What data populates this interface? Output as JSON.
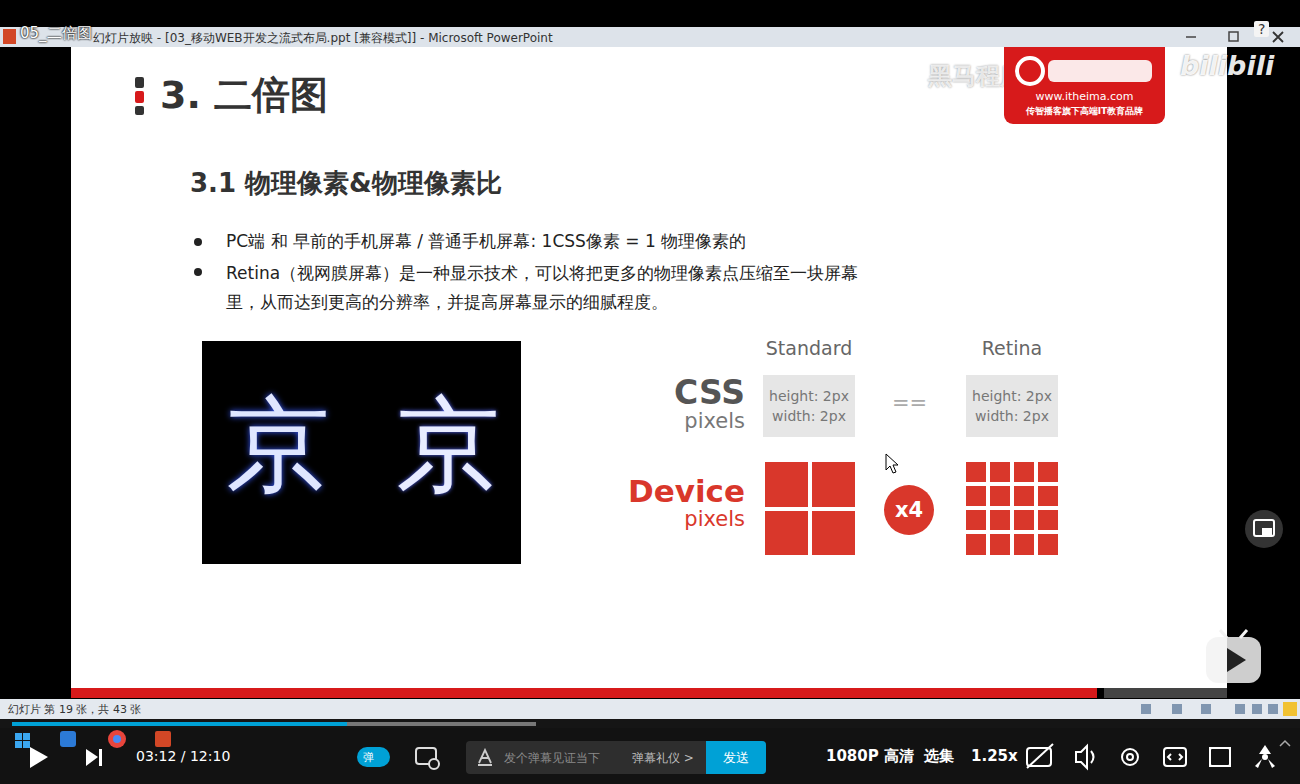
{
  "diagram": {
    "title": "3. 二倍图",
    "nodes": [
      {
        "text": [
          "height: 2px width: 2px"
        ]
      },
      {
        "text": [
          "height: 2px width: 2px"
        ]
      },
      {
        "text": [
          "x4"
        ]
      },
      {
        "text": [
          "www.itheima.com",
          "传智播客旗下高端IT教育品牌"
        ]
      },
      {
        "text": [
          "发个弹幕见证当下",
          "弹幕礼仪 >"
        ]
      },
      {
        "text": [
          "发送"
        ],
        "in": 4
      }
    ],
    "labels": [
      "05_二倍图",
      "幻灯片放映 - [03_移动WEB开发之流式布局.ppt [兼容模式]] - Microsoft PowerPoint",
      "?",
      "黑马程序员pink老师",
      "bilibili",
      "3.1 物理像素&物理像素比",
      "PC端 和 早前的手机屏幕 / 普通手机屏幕: 1CSS像素 = 1 物理像素的",
      "Retina（视网膜屏幕）是一种显示技术，可以将把更多的物理像素点压缩至一块屏幕里，从而达到更高的分辨率，并提高屏幕显示的细腻程度。",
      "京",
      "京",
      "Standard",
      "Retina",
      "CSS",
      "pixels",
      "==",
      "Device",
      "pixels",
      "幻灯片 第 19 张，共 43 张",
      "03:12 / 12:10",
      "1080P 高清",
      "选集",
      "1.25x",
      "弹"
    ]
  }
}
